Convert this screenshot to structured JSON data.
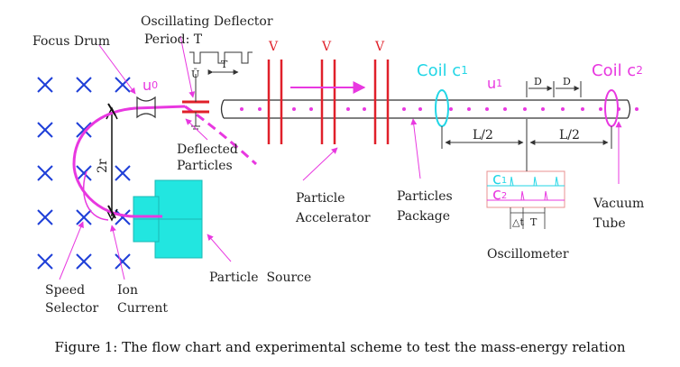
{
  "labels": {
    "focus_drum": "Focus Drum",
    "oscillating_deflector": "Oscillating Deflector",
    "period": "Period: T",
    "u_bar": "Ū",
    "t_small": "T",
    "v1": "V",
    "v2": "V",
    "v3": "V",
    "u0": "u",
    "u0_sub": "0",
    "coil_c1": "Coil c",
    "coil_c1_sub": "1",
    "u1": "u",
    "u1_sub": "1",
    "coil_c2": "Coil c",
    "coil_c2_sub": "2",
    "d1": "D",
    "d2": "D",
    "l_half_1": "L/2",
    "l_half_2": "L/2",
    "deflected": "Deflected",
    "particles": "Particles",
    "two_r": "2r",
    "c1": "c",
    "c1_sub": "1",
    "c2": "c",
    "c2_sub": "2",
    "delta_t": "△t",
    "t_osc": "T",
    "particle_accelerator_1": "Particle",
    "particle_accelerator_2": "Accelerator",
    "particles_package_1": "Particles",
    "particles_package_2": "Package",
    "vacuum_tube_1": "Vacuum",
    "vacuum_tube_2": "Tube",
    "oscillometer": "Oscillometer",
    "particle_source": "Particle  Source",
    "speed_selector_1": "Speed",
    "speed_selector_2": "Selector",
    "ion_current_1": "Ion",
    "ion_current_2": "Current"
  },
  "caption": "Figure 1: The flow chart and experimental scheme to test the mass-energy relation",
  "colors": {
    "cross": "#1f3fd8",
    "beam": "#e838e0",
    "accelerator": "#e0202a",
    "coil_c1": "#22d6e6",
    "coil_c2": "#e838e0",
    "source": "#22e6e0"
  }
}
